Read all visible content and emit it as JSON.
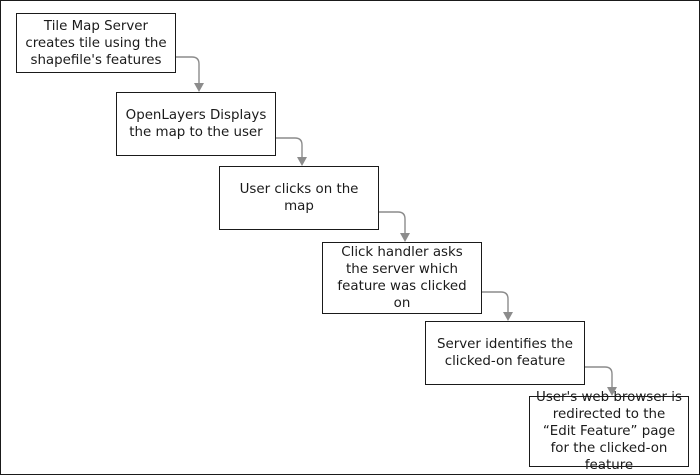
{
  "diagram": {
    "colors": {
      "box_border": "#1a1a1a",
      "box_fill": "#ffffff",
      "text": "#1a1a1a",
      "connector": "#8c8c8c"
    },
    "steps": [
      {
        "id": "tile-map-server",
        "text": "Tile Map Server creates tile using the shapefile's features"
      },
      {
        "id": "openlayers-display",
        "text": "OpenLayers Displays the map to the user"
      },
      {
        "id": "user-clicks",
        "text": "User clicks on the map"
      },
      {
        "id": "click-handler",
        "text": "Click handler asks the server which feature was clicked on"
      },
      {
        "id": "server-identifies",
        "text": "Server identifies the clicked-on feature"
      },
      {
        "id": "browser-redirect",
        "text": "User's web browser is redirected to the “Edit Feature” page for the clicked-on feature"
      }
    ],
    "connectors": [
      {
        "from": "tile-map-server",
        "to": "openlayers-display"
      },
      {
        "from": "openlayers-display",
        "to": "user-clicks"
      },
      {
        "from": "user-clicks",
        "to": "click-handler"
      },
      {
        "from": "click-handler",
        "to": "server-identifies"
      },
      {
        "from": "server-identifies",
        "to": "browser-redirect"
      }
    ]
  }
}
